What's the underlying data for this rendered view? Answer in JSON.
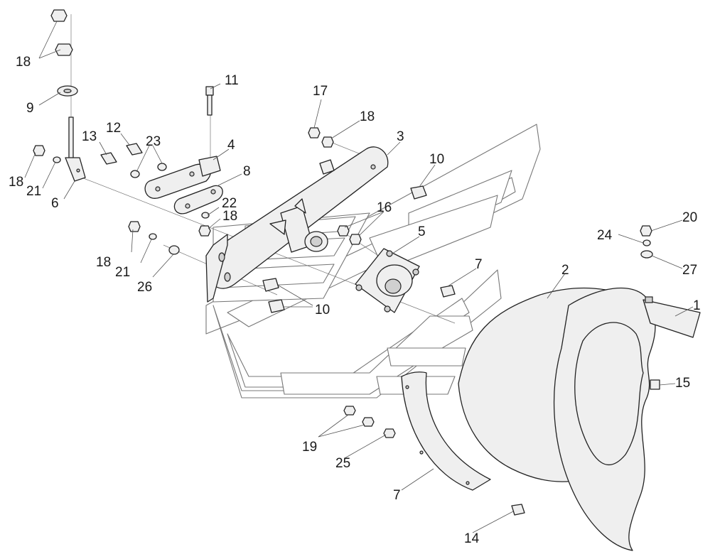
{
  "diagram": {
    "callouts": {
      "c1": "1",
      "c2": "2",
      "c3": "3",
      "c4": "4",
      "c5": "5",
      "c6": "6",
      "c7a": "7",
      "c7b": "7",
      "c8": "8",
      "c9": "9",
      "c10a": "10",
      "c10b": "10",
      "c11": "11",
      "c12": "12",
      "c13": "13",
      "c14": "14",
      "c15": "15",
      "c16": "16",
      "c17": "17",
      "c18a": "18",
      "c18b": "18",
      "c18c": "18",
      "c18d": "18",
      "c18e": "18",
      "c19": "19",
      "c20": "20",
      "c21a": "21",
      "c21b": "21",
      "c22": "22",
      "c23": "23",
      "c24": "24",
      "c25": "25",
      "c26": "26",
      "c27": "27"
    }
  }
}
